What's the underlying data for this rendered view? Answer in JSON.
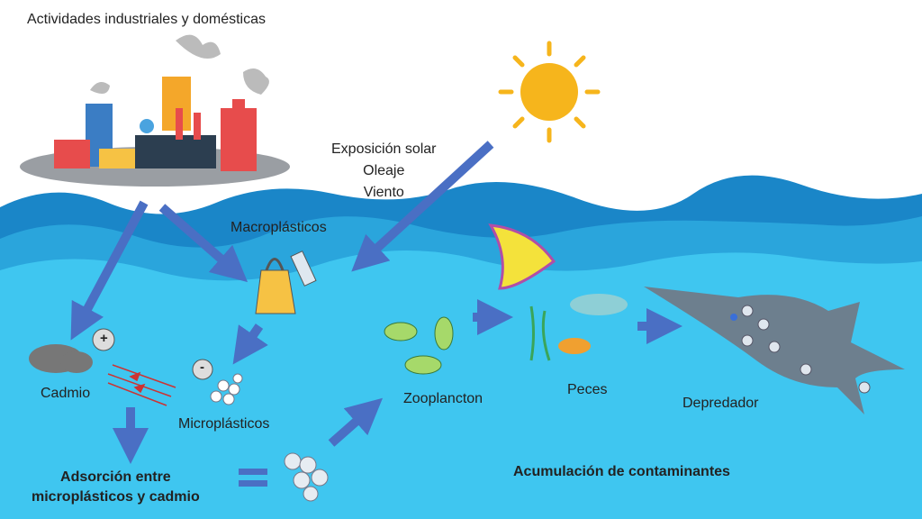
{
  "title": "Actividades industriales y domésticas",
  "factors": [
    "Exposición solar",
    "Oleaje",
    "Viento"
  ],
  "labels": {
    "macroplasticos": "Macroplásticos",
    "cadmio": "Cadmio",
    "microplasticos": "Microplásticos",
    "zooplancton": "Zooplancton",
    "peces": "Peces",
    "depredador": "Depredador",
    "adsorcion_line1": "Adsorción entre",
    "adsorcion_line2": "microplásticos y cadmio",
    "acumulacion": "Acumulación de contaminantes",
    "plus_sign": "+",
    "minus_sign": "-"
  },
  "colors": {
    "water": "#3fc6f0",
    "wave_dark": "#1a86c8",
    "wave_mid": "#2aa5dc",
    "arrow": "#4a6fc4",
    "sun": "#f6b51c"
  }
}
